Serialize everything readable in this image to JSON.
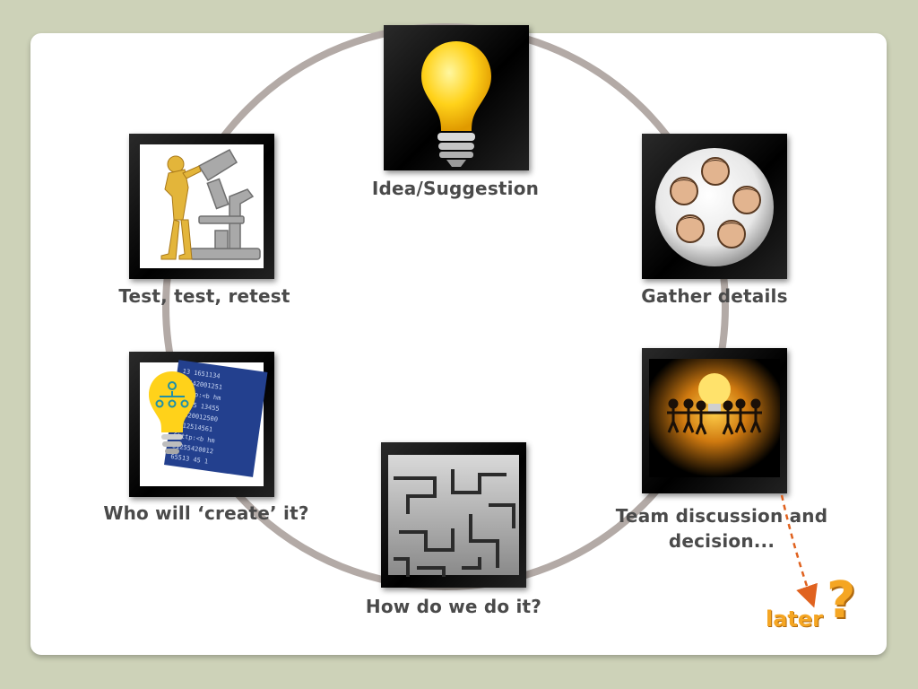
{
  "steps": [
    {
      "id": "idea",
      "label": "Idea/Suggestion",
      "icon": "lightbulb-icon"
    },
    {
      "id": "gather",
      "label": "Gather details",
      "icon": "team-faces-icon"
    },
    {
      "id": "team",
      "label": "Team discussion and decision...",
      "icon": "team-lightbulb-icon"
    },
    {
      "id": "how",
      "label": "How do we do it?",
      "icon": "maze-icon"
    },
    {
      "id": "who",
      "label": "Who will ‘create’ it?",
      "icon": "org-chart-bulb-icon"
    },
    {
      "id": "test",
      "label": "Test, test, retest",
      "icon": "microscope-icon"
    }
  ],
  "branch": {
    "label": "later",
    "symbol": "?",
    "icon": "question-mark-icon"
  },
  "colors": {
    "ring": "#b3aaa6",
    "label": "#4a4a4a",
    "arrow": "#e0621f",
    "later": "#f5a623",
    "background": "#cdd2b8"
  }
}
